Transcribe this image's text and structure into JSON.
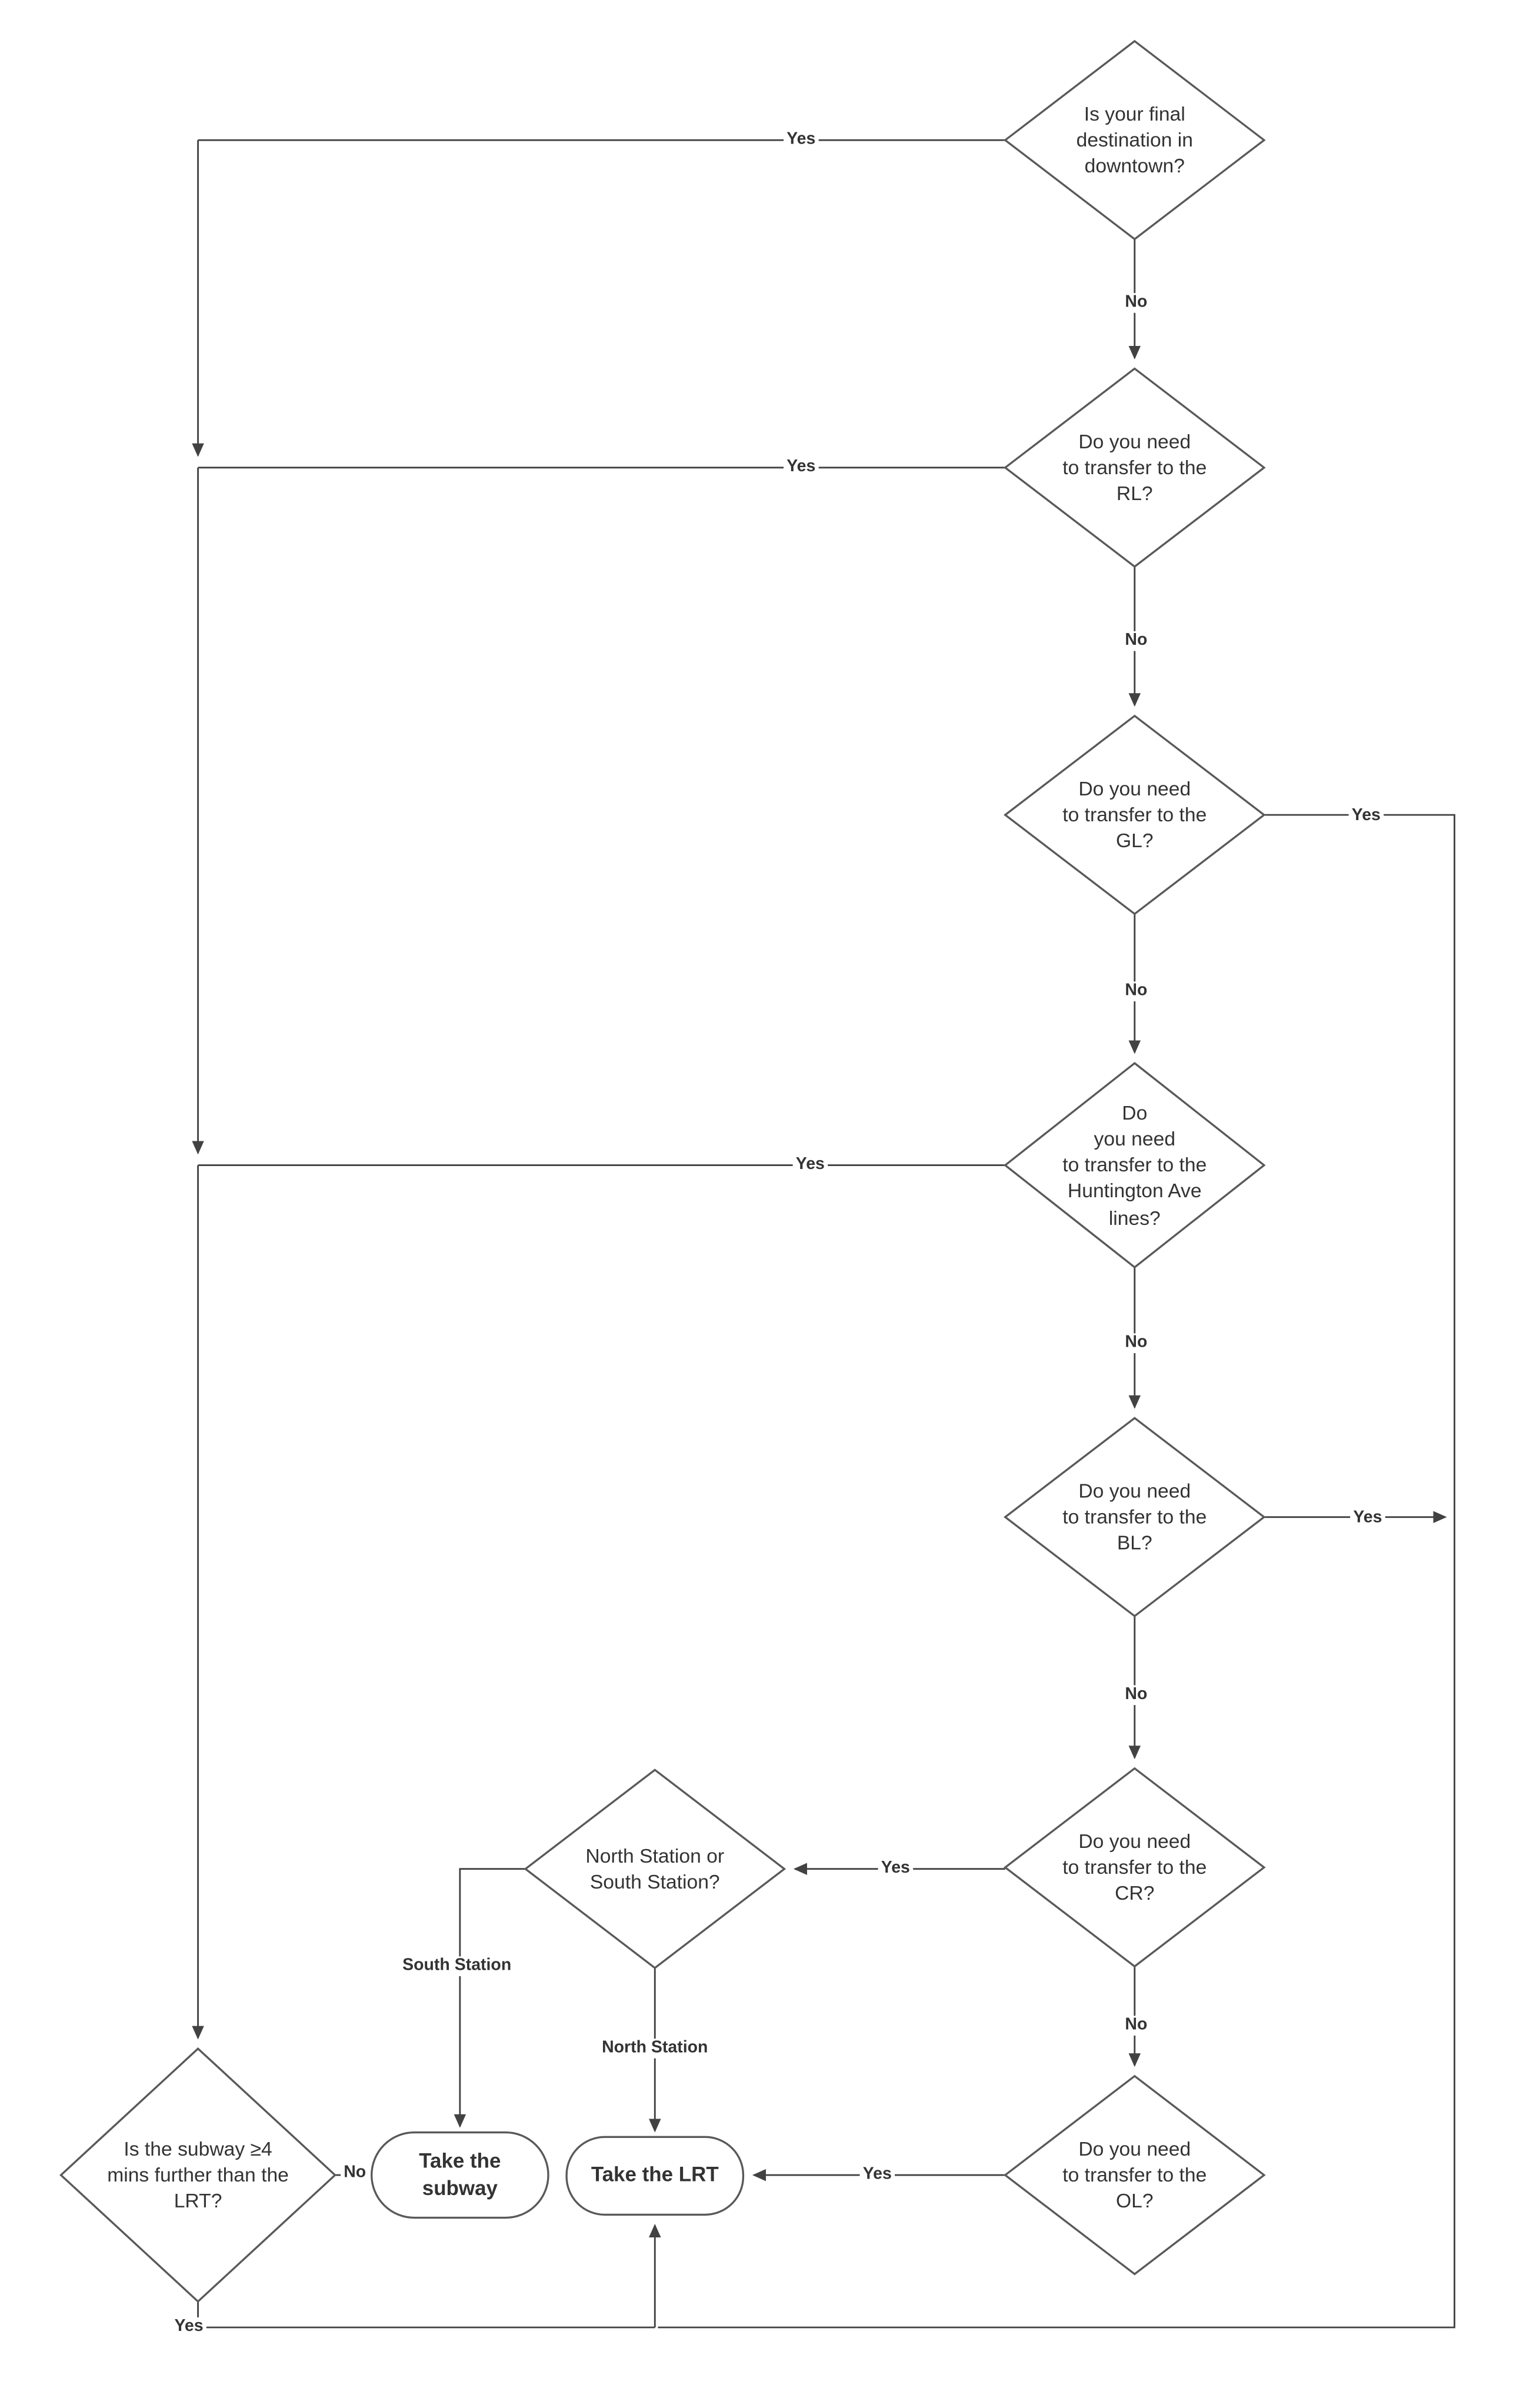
{
  "diagram": {
    "nodes": {
      "downtown": "Is your final\ndestination in\ndowntown?",
      "rl": "Do you need\nto transfer to the\nRL?",
      "gl": "Do you need\nto transfer to the\nGL?",
      "huntington": "Do\nyou need\nto transfer to the\nHuntington Ave\nlines?",
      "bl": "Do you need\nto transfer to the\nBL?",
      "cr": "Do you need\nto transfer to the\nCR?",
      "ol": "Do you need\nto transfer to the\nOL?",
      "station_choice": "North Station or\nSouth Station?",
      "subway_vs_lrt": "Is the subway ≥4\nmins further than the\nLRT?",
      "take_subway": "Take the\nsubway",
      "take_lrt": "Take the LRT"
    },
    "labels": {
      "yes": "Yes",
      "no": "No",
      "south_station": "South Station",
      "north_station": "North Station"
    },
    "colors": {
      "line": "#424242",
      "shape_stroke": "#595959",
      "shape_fill": "#ffffff",
      "text": "#333333"
    }
  }
}
